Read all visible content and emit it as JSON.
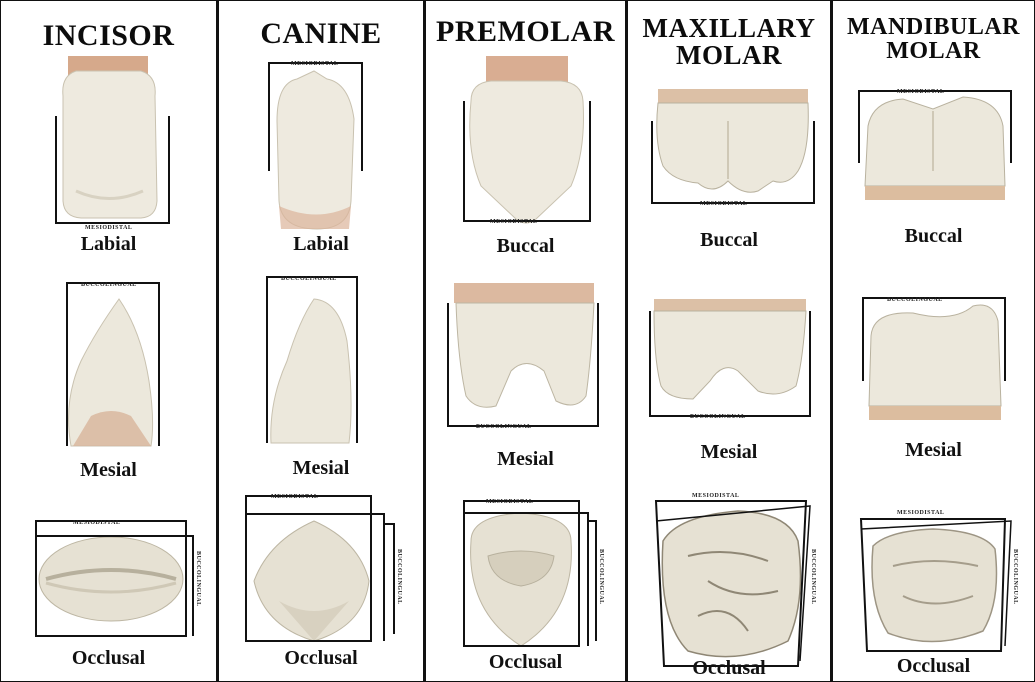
{
  "columns": [
    {
      "title_lines": [
        "INCISOR"
      ],
      "views": [
        "Labial",
        "Mesial",
        "Occlusal"
      ],
      "dims": [
        "MESIODISTAL",
        "BUCCOLINGUAL",
        "MESIODISTAL",
        "BUCCOLINGUAL"
      ]
    },
    {
      "title_lines": [
        "CANINE"
      ],
      "views": [
        "Labial",
        "Mesial",
        "Occlusal"
      ],
      "dims": [
        "MESIODISTAL",
        "BUCCOLINGUAL",
        "MESIODISTAL",
        "BUCCOLINGUAL"
      ]
    },
    {
      "title_lines": [
        "PREMOLAR"
      ],
      "views": [
        "Buccal",
        "Mesial",
        "Occlusal"
      ],
      "dims": [
        "MESIODISTAL",
        "BUCCOLINGUAL",
        "MESIODISTAL",
        "BUCCOLINGUAL"
      ]
    },
    {
      "title_lines": [
        "MAXILLARY",
        "MOLAR"
      ],
      "views": [
        "Buccal",
        "Mesial",
        "Occlusal"
      ],
      "dims": [
        "MESIODISTAL",
        "BUCCOLINGUAL",
        "MESIODISTAL",
        "BUCCOLINGUAL"
      ]
    },
    {
      "title_lines": [
        "MANDIBULAR",
        "MOLAR"
      ],
      "views": [
        "Buccal",
        "Mesial",
        "Occlusal"
      ],
      "dims": [
        "MESIODISTAL",
        "BUCCOLINGUAL",
        "MESIODISTAL",
        "BUCCOLINGUAL"
      ]
    }
  ],
  "colors": {
    "enamel": "#ece8dc",
    "enamel_shadow": "#c9c2b0",
    "root": "#d9a888",
    "outline": "#111111"
  }
}
